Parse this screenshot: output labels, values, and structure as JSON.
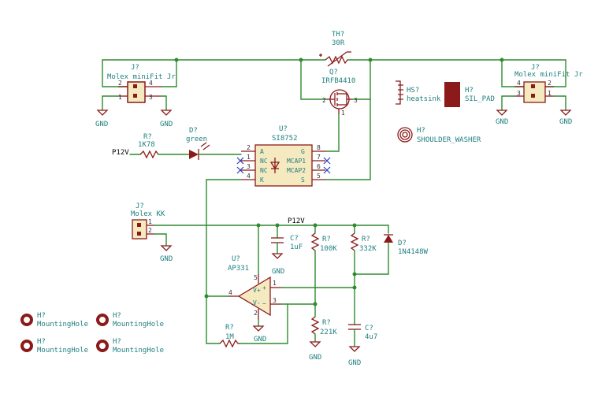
{
  "components": {
    "th1": {
      "ref": "TH?",
      "value": "30R"
    },
    "q1": {
      "ref": "Q?",
      "value": "IRFB4410",
      "pins": {
        "g": "1",
        "d": "2",
        "s": "3"
      }
    },
    "j1": {
      "ref": "J?",
      "value": "Molex miniFit Jr",
      "pins": [
        "2",
        "4",
        "1",
        "3"
      ]
    },
    "j2": {
      "ref": "J?",
      "value": "Molex miniFit Jr",
      "pins": [
        "4",
        "2",
        "3",
        "1"
      ]
    },
    "j3": {
      "ref": "J?",
      "value": "Molex KK",
      "pins": [
        "1",
        "2"
      ]
    },
    "hs1": {
      "ref": "HS?",
      "value": "heatsink"
    },
    "h_silpad": {
      "ref": "H?",
      "value": "SIL_PAD"
    },
    "h_washer": {
      "ref": "H?",
      "value": "SHOULDER_WASHER"
    },
    "r_led": {
      "ref": "R?",
      "value": "1K78"
    },
    "d_led": {
      "ref": "D?",
      "value": "green"
    },
    "u_ssr": {
      "ref": "U?",
      "value": "SI8752",
      "pins_left": [
        {
          "num": "2",
          "name": "A"
        },
        {
          "num": "1",
          "name": "NC"
        },
        {
          "num": "3",
          "name": "NC"
        },
        {
          "num": "4",
          "name": "K"
        }
      ],
      "pins_right": [
        {
          "num": "8",
          "name": "G"
        },
        {
          "num": "7",
          "name": "MCAP1"
        },
        {
          "num": "6",
          "name": "MCAP2"
        },
        {
          "num": "5",
          "name": "S"
        }
      ]
    },
    "c1": {
      "ref": "C?",
      "value": "1uF"
    },
    "r_100k": {
      "ref": "R?",
      "value": "100K"
    },
    "r_332k": {
      "ref": "R?",
      "value": "332K"
    },
    "d_1n": {
      "ref": "D?",
      "value": "1N4148W"
    },
    "u_amp": {
      "ref": "U?",
      "value": "AP331",
      "pins": {
        "out": "4",
        "inp": "1",
        "inn": "3",
        "vp": "5",
        "vn": "2"
      }
    },
    "r_221k": {
      "ref": "R?",
      "value": "221K"
    },
    "c2": {
      "ref": "C?",
      "value": "4u7"
    },
    "r_1m": {
      "ref": "R?",
      "value": "1M"
    },
    "mh": [
      {
        "ref": "H?",
        "value": "MountingHole"
      },
      {
        "ref": "H?",
        "value": "MountingHole"
      },
      {
        "ref": "H?",
        "value": "MountingHole"
      },
      {
        "ref": "H?",
        "value": "MountingHole"
      }
    ]
  },
  "nets": {
    "gnd": "GND",
    "p12v": "P12V"
  },
  "colors": {
    "wire": "#2e8b2e",
    "body": "#8b1a1a",
    "fill": "#f5e9c0",
    "label": "#1f7f7f",
    "nc": "#2a3fbf"
  }
}
